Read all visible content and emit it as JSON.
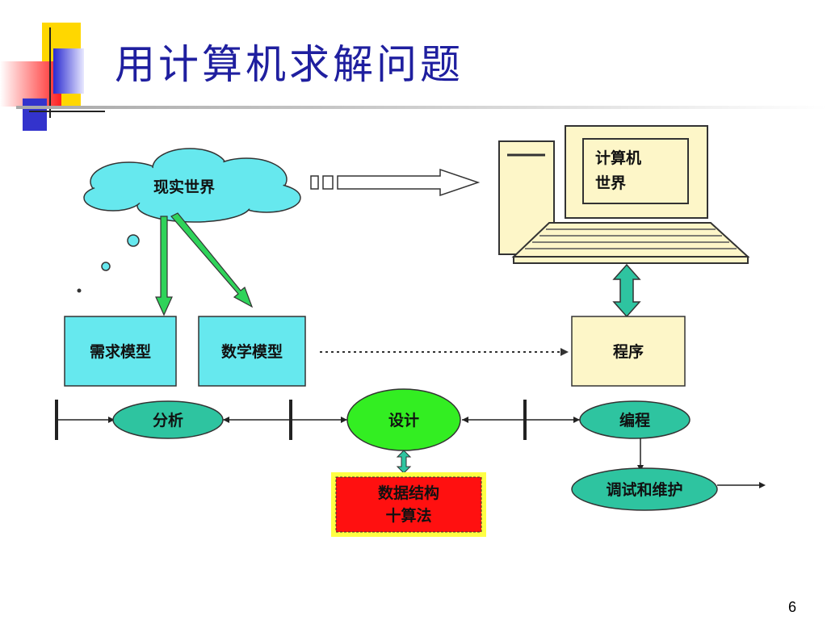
{
  "slide": {
    "title": "用计算机求解问题",
    "page_number": "6"
  },
  "diagram": {
    "real_world": "现实世界",
    "computer_screen_line1": "计算机",
    "computer_screen_line2": "世界",
    "requirements_model": "需求模型",
    "math_model": "数学模型",
    "program": "程序",
    "analysis": "分析",
    "design": "设计",
    "coding": "编程",
    "data_structure_line1": "数据结构",
    "data_structure_line2": "十算法",
    "debug_maintain": "调试和维护"
  },
  "colors": {
    "title": "#1f1f9f",
    "cyan_fill": "#66e8ee",
    "green_fill": "#2fd35a",
    "bright_green_fill": "#33ee22",
    "teal_fill": "#2ec4a0",
    "red_fill": "#ff1010",
    "yellow_border": "#ffff44",
    "beige_fill": "#fdf6c8",
    "decor_yellow": "#ffd700",
    "decor_blue": "#3333cc",
    "decor_red": "#ff3030"
  }
}
